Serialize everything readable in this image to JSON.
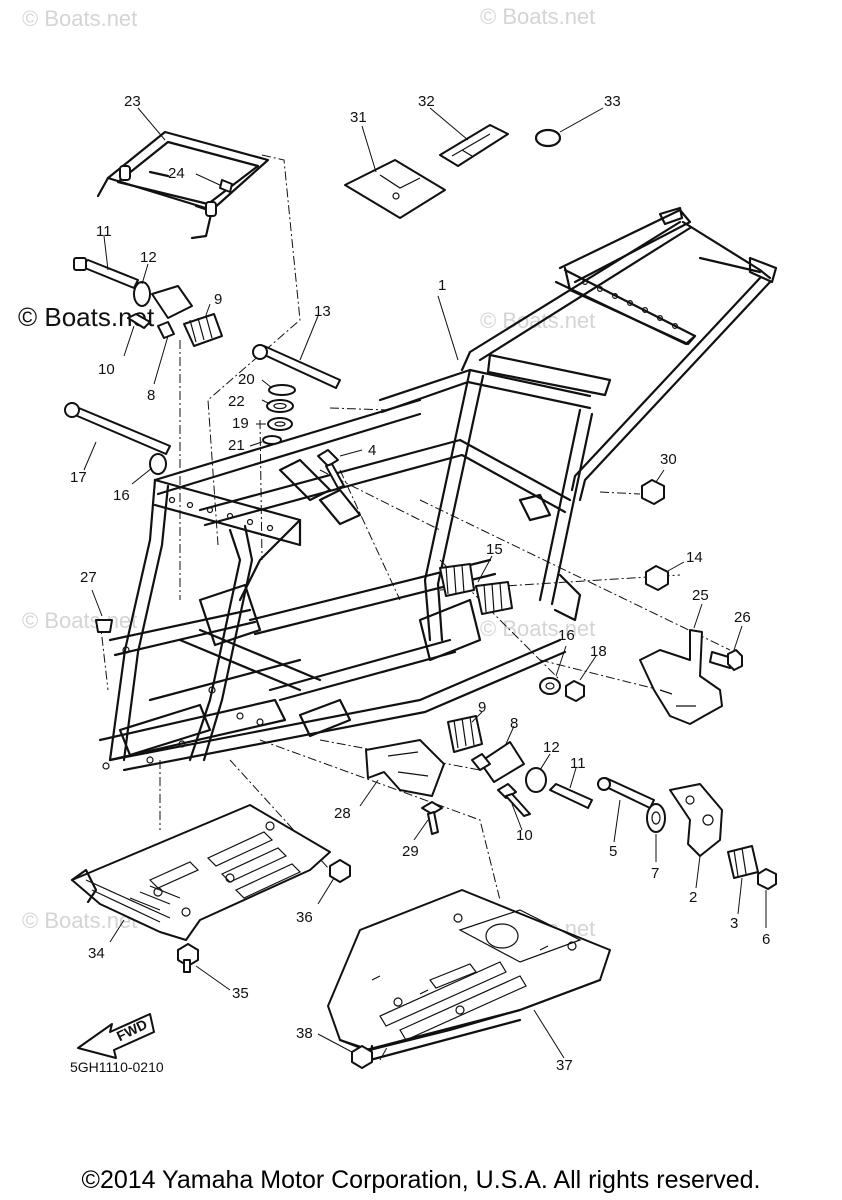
{
  "watermarks": {
    "faint": "© Boats.net",
    "bold": "© Boats.net"
  },
  "callouts": {
    "c1": "1",
    "c2": "2",
    "c3": "3",
    "c4": "4",
    "c5": "5",
    "c6": "6",
    "c7": "7",
    "c8a": "8",
    "c8b": "8",
    "c9a": "9",
    "c9b": "9",
    "c10a": "10",
    "c10b": "10",
    "c11a": "11",
    "c11b": "11",
    "c12a": "12",
    "c12b": "12",
    "c13": "13",
    "c14": "14",
    "c15": "15",
    "c16a": "16",
    "c16b": "16",
    "c17": "17",
    "c18": "18",
    "c19": "19",
    "c20": "20",
    "c21": "21",
    "c22": "22",
    "c23": "23",
    "c24": "24",
    "c25": "25",
    "c26": "26",
    "c27": "27",
    "c28": "28",
    "c29": "29",
    "c30": "30",
    "c31": "31",
    "c32": "32",
    "c33": "33",
    "c34": "34",
    "c35": "35",
    "c36": "36",
    "c37": "37",
    "c38": "38"
  },
  "fwd_arrow_label": "FWD",
  "diagram_code": "5GH1110-0210",
  "copyright": "©2014 Yamaha Motor Corporation, U.S.A. All rights reserved."
}
